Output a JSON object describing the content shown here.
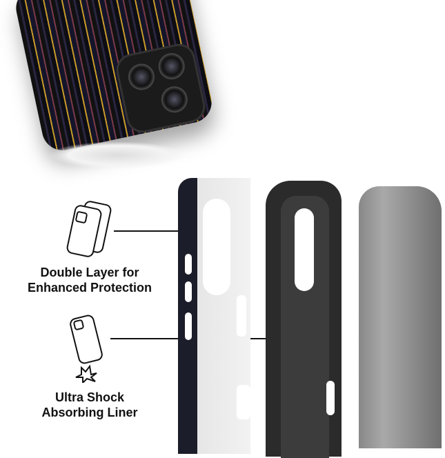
{
  "features": [
    {
      "icon": "double-layer-case-icon",
      "label_line1": "Double Layer for",
      "label_line2": "Enhanced Protection"
    },
    {
      "icon": "shock-phone-icon",
      "label_line1": "Ultra Shock",
      "label_line2": "Absorbing Liner"
    }
  ]
}
